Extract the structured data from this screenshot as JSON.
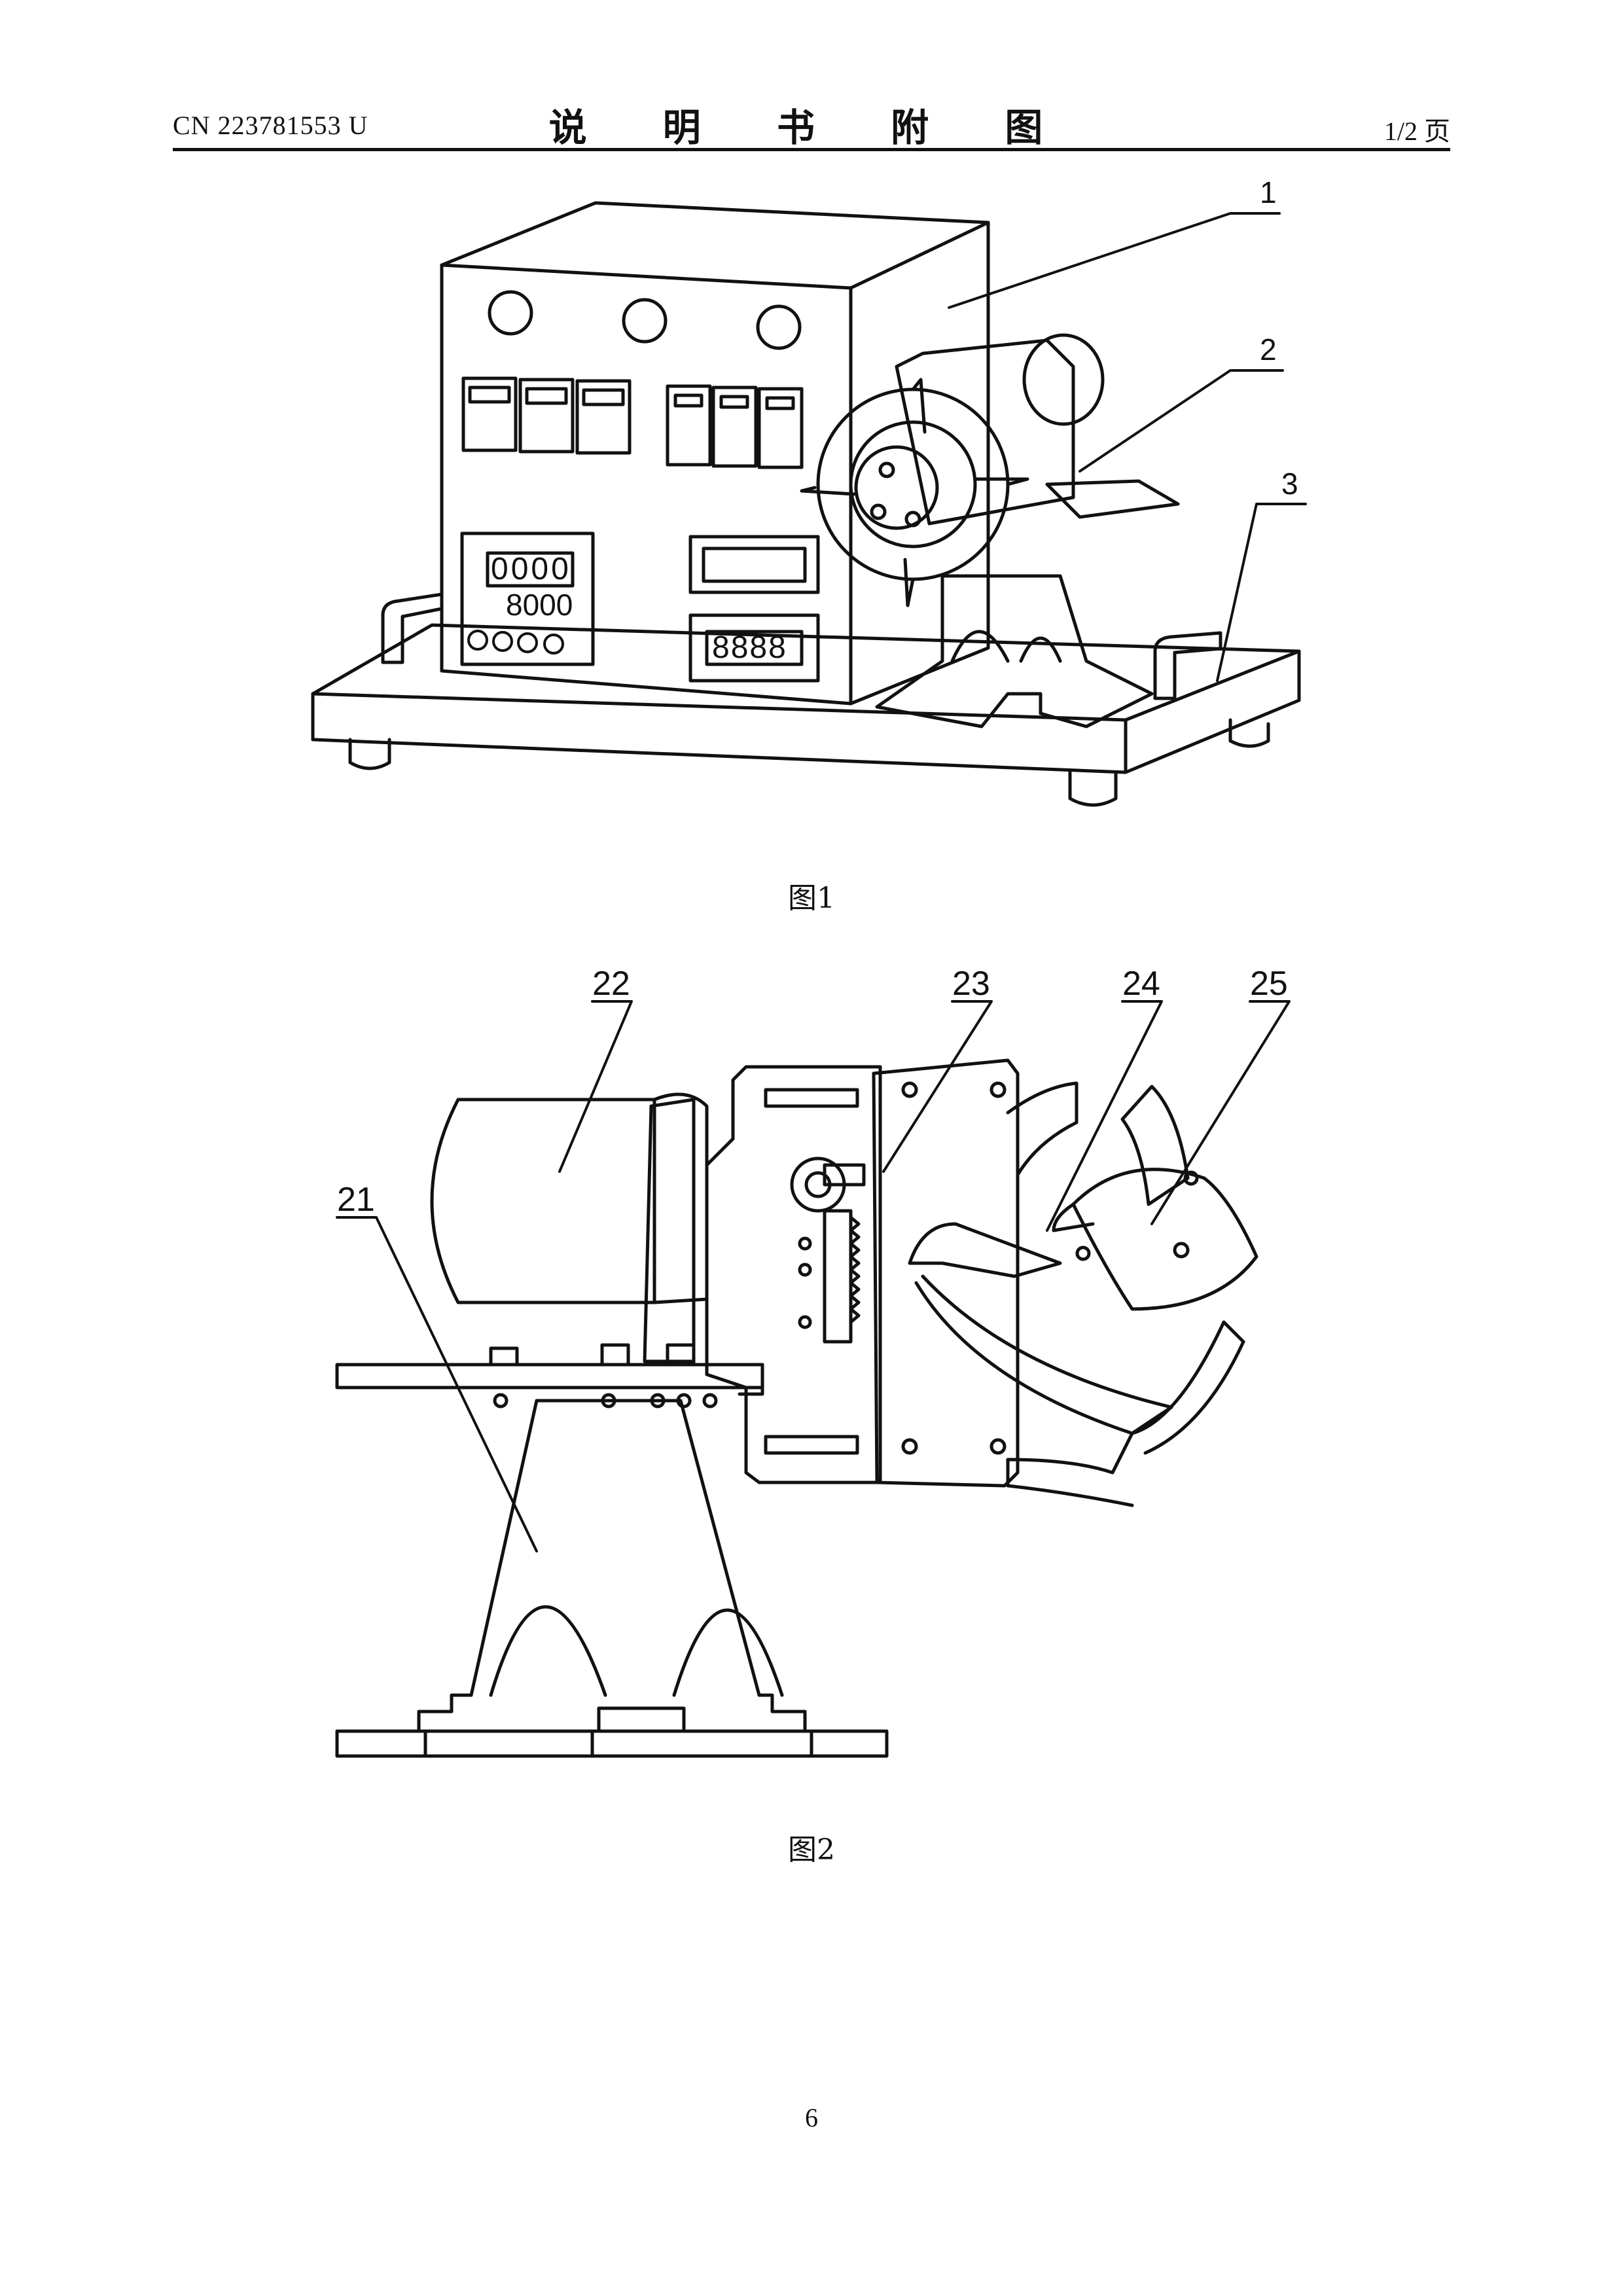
{
  "header": {
    "doc_number": "CN 223781553 U",
    "title": "说 明 书 附 图",
    "page_indicator": "1/2 页"
  },
  "figure1": {
    "caption": "图1",
    "labels": [
      "1",
      "2",
      "3"
    ],
    "counter_display": "0000",
    "setpoint_display": "8000",
    "lower_display": "8888"
  },
  "figure2": {
    "caption": "图2",
    "labels": [
      "22",
      "23",
      "24",
      "25",
      "21"
    ]
  },
  "footer": {
    "page_number": "6"
  }
}
